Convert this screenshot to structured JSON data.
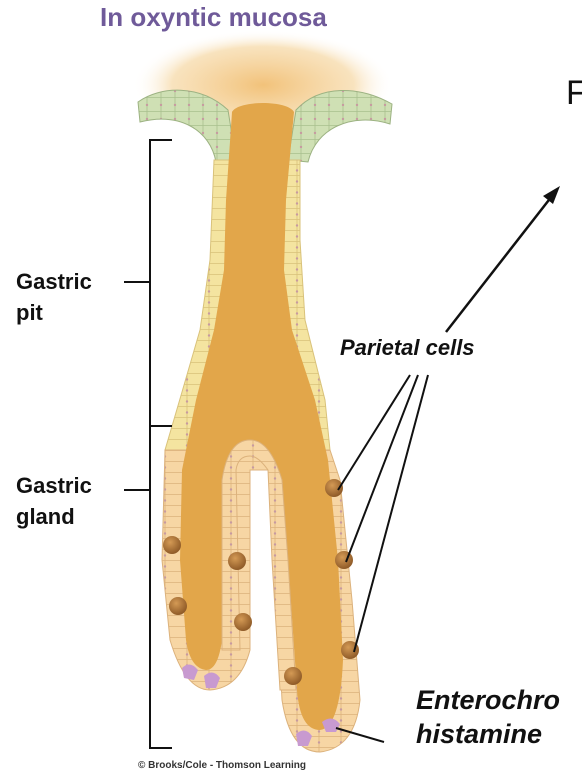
{
  "title": "In oxyntic mucosa",
  "truncated_letter": "F",
  "labels": {
    "gastric_pit_line1": "Gastric",
    "gastric_pit_line2": "pit",
    "gastric_gland_line1": "Gastric",
    "gastric_gland_line2": "gland",
    "parietal_cells": "Parietal cells",
    "enterochromaffin_line1": "Enterochro",
    "enterochromaffin_line2": "histamine"
  },
  "credit": "© Brooks/Cole - Thomson Learning",
  "colors": {
    "title": "#6f5a99",
    "lumen": "#e2a64a",
    "mucus_cells": "#cfe0b4",
    "pit_cells": "#f4e4a0",
    "gland_cells": "#f7d6a4",
    "parietal_cells": "#a86f2e",
    "enterochromaffin_cells": "#c89ad0"
  }
}
